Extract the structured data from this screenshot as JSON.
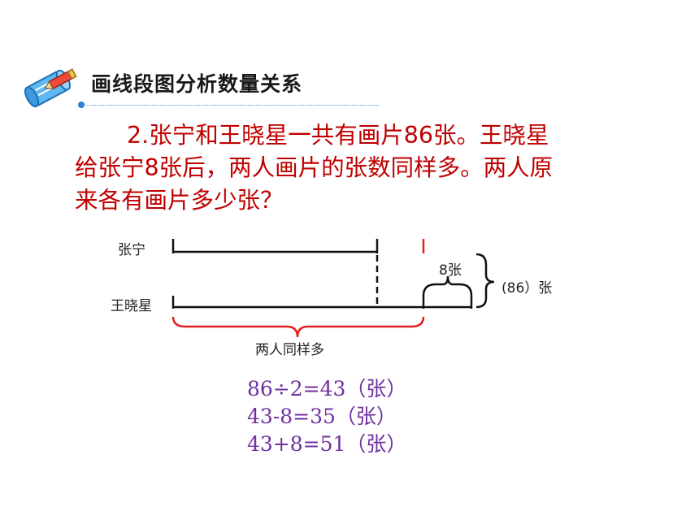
{
  "header": {
    "title": "画线段图分析数量关系",
    "icon": "scroll-pencil-icon"
  },
  "problem": {
    "lines": [
      "2.张宁和王晓星一共有画片86张。王晓星",
      "给张宁8张后，两人画片的张数同样多。两人原",
      "来各有画片多少张？"
    ]
  },
  "diagram": {
    "label_zhangning": "张宁",
    "label_wangxiaoxing": "王晓星",
    "label_eight": "8张",
    "label_total": "(86）张",
    "label_equal": "两人同样多"
  },
  "solution": {
    "lines": [
      "86÷2=43（张）",
      "43-8=35（张）",
      "43+8=51（张）"
    ]
  },
  "colors": {
    "problem_text": "#c00000",
    "solution_text": "#7030a0",
    "brace_red": "#e02020",
    "divider_blue": "#4a90d9"
  }
}
